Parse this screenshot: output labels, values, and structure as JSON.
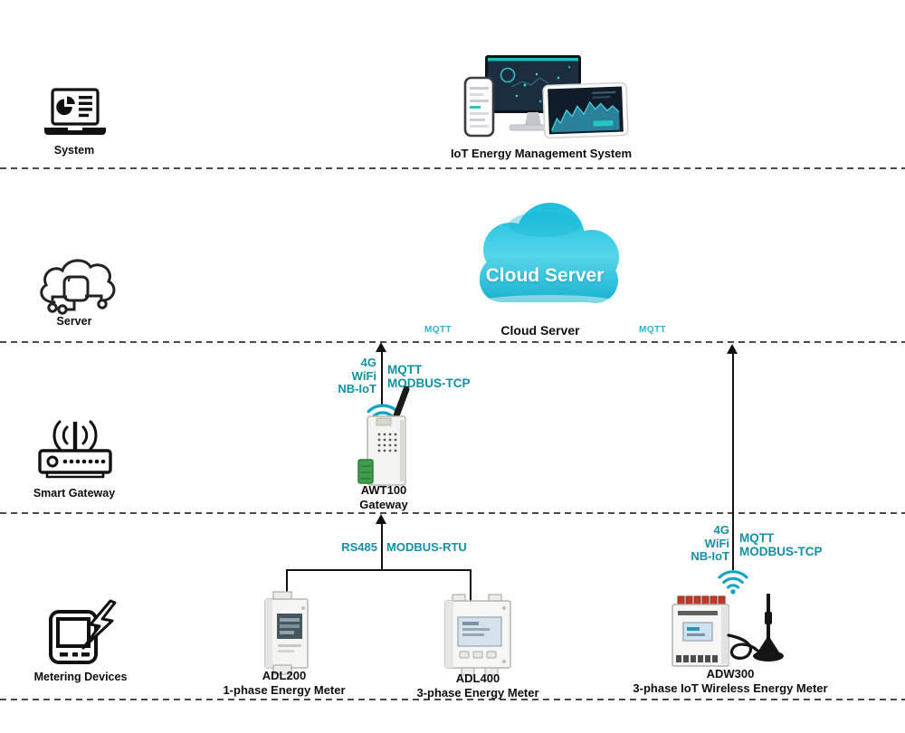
{
  "palette": {
    "teal_label": "#1191a6",
    "teal_mqtt": "#2fb0d3",
    "cloud_top": "#1fc0dc",
    "cloud_mid": "#55d5e9",
    "cloud_bottom": "#12aecd",
    "line_ink": "#111111",
    "terminal_green": "#3f9e4e",
    "terminal_red": "#c0392b"
  },
  "system_layer": {
    "icon_label": "System",
    "caption": "IoT Energy Management System"
  },
  "server_layer": {
    "icon_label": "Server",
    "cloud_title": "Cloud Server",
    "caption": "Cloud Server",
    "mqtt_left": "MQTT",
    "mqtt_right": "MQTT"
  },
  "gateway_layer": {
    "icon_label": "Smart Gateway",
    "device_name": "AWT100",
    "device_role": "Gateway",
    "uplink_networks": [
      "4G",
      "WiFi",
      "NB-IoT"
    ],
    "uplink_protocols": [
      "MQTT",
      "MODBUS-TCP"
    ]
  },
  "metering_layer": {
    "icon_label": "Metering Devices",
    "bus_label_left": "RS485",
    "bus_label_right": "MODBUS-RTU",
    "meters": [
      {
        "name": "ADL200",
        "desc": "1-phase Energy Meter"
      },
      {
        "name": "ADL400",
        "desc": "3-phase Energy Meter"
      },
      {
        "name": "ADW300",
        "desc": "3-phase IoT Wireless Energy Meter"
      }
    ],
    "adw_uplink_networks": [
      "4G",
      "WiFi",
      "NB-IoT"
    ],
    "adw_uplink_protocols": [
      "MQTT",
      "MODBUS-TCP"
    ]
  }
}
